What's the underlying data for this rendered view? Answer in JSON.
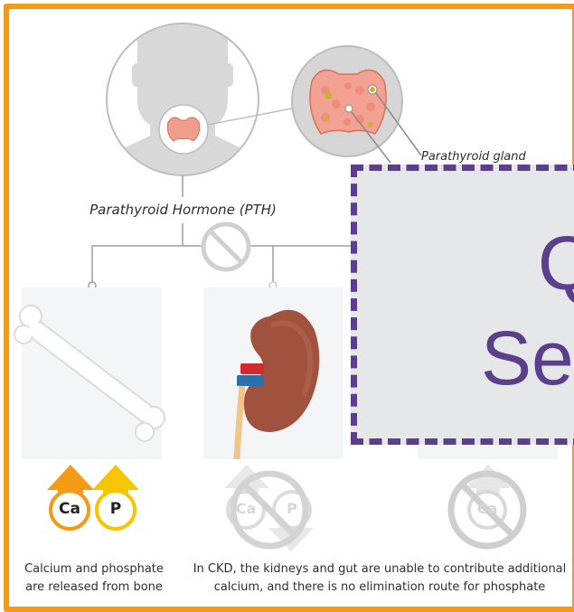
{
  "labels": {
    "pth": "Parathyroid Hormone (PTH)",
    "gland": "Parathyroid gland"
  },
  "badges": {
    "calcium": "Ca",
    "phosphate": "P"
  },
  "captions": {
    "bone_line1": "Calcium and phosphate",
    "bone_line2": "are released from bone",
    "ckd_line1": "In CKD, the kidneys and gut are unable to contribute additional",
    "ckd_line2": "calcium, and there is no elimination route for phosphate"
  },
  "overlay": {
    "line1": "Q",
    "line2": "Se"
  },
  "colors": {
    "frame": "#f49a16",
    "overlay_border": "#5b3f8c",
    "calcium_arrow": "#f49a16",
    "phosphate_arrow": "#f7c600",
    "inactive_gray": "#cfcfcf"
  }
}
